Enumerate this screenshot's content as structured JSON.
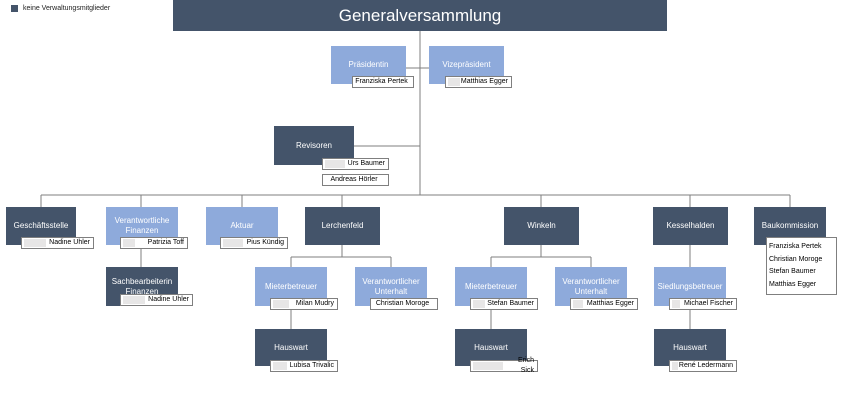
{
  "legend": {
    "label": "keine Verwaltungsmitglieder",
    "color": "#44546a"
  },
  "top": {
    "title": "Generalversammlung"
  },
  "praesidentin": {
    "title": "Präsidentin",
    "name": "Franziska Pertek"
  },
  "vizepraesident": {
    "title": "Vizepräsident",
    "name": "Matthias Egger"
  },
  "revisoren": {
    "title": "Revisoren",
    "names": [
      "Urs Baumer",
      "Andreas  Hörler"
    ]
  },
  "geschaeftsstelle": {
    "title": "Geschäftsstelle",
    "name": "Nadine Uhler"
  },
  "finanzen": {
    "title": "Verantwortliche Finanzen",
    "name": "Patrizia Toff"
  },
  "sachbearbeiterin": {
    "title": "Sachbearbeiterin Finanzen",
    "name": "Nadine Uhler"
  },
  "aktuar": {
    "title": "Aktuar",
    "name": "Pius Kündig"
  },
  "lerchenfeld": {
    "title": "Lerchenfeld",
    "mieterbetreuer": {
      "title": "Mieterbetreuer",
      "name": "Milan Mudry"
    },
    "unterhalt": {
      "title": "Verantwortlicher Unterhalt",
      "name": "Christian Moroge"
    },
    "hauswart": {
      "title": "Hauswart",
      "name": "Lubisa Trivalic"
    }
  },
  "winkeln": {
    "title": "Winkeln",
    "mieterbetreuer": {
      "title": "Mieterbetreuer",
      "name": "Stefan Baumer"
    },
    "unterhalt": {
      "title": "Verantwortlicher Unterhalt",
      "name": "Matthias Egger"
    },
    "hauswart": {
      "title": "Hauswart",
      "name": "Erich Sick"
    }
  },
  "kesselhalden": {
    "title": "Kesselhalden",
    "siedlungsbetreuer": {
      "title": "Siedlungsbetreuer",
      "name": "Michael Fischer"
    },
    "hauswart": {
      "title": "Hauswart",
      "name": "René Ledermann"
    }
  },
  "baukommission": {
    "title": "Baukommission",
    "members": [
      "Franziska Pertek",
      "Christian Moroge",
      "Stefan Baumer",
      "Matthias Egger"
    ]
  },
  "colors": {
    "dark": "#44546a",
    "light": "#8eaadb",
    "line": "#7f7f7f"
  }
}
